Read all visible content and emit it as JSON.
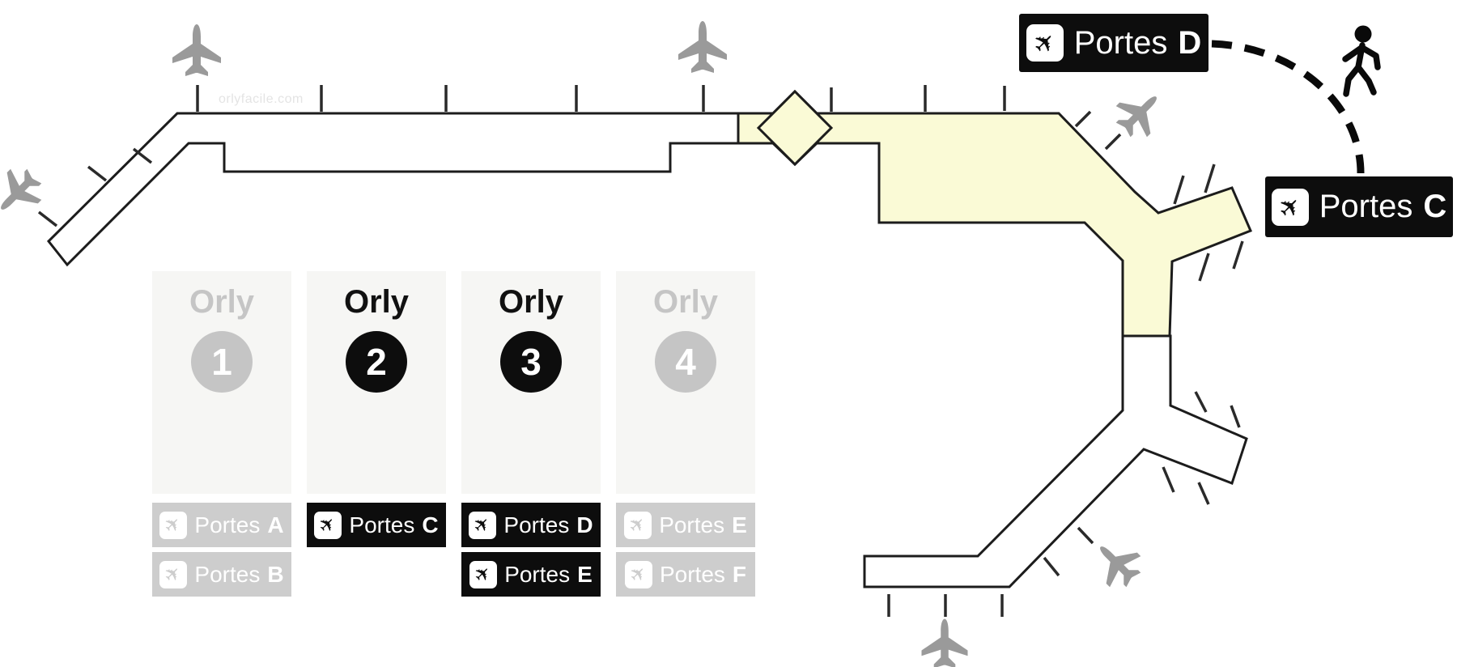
{
  "watermark": "orlyfacile.com",
  "icons": {
    "plane_glyph": "✈",
    "gate_icon_name": "departures-plane-icon",
    "pedestrian_icon_name": "pedestrian-walking-icon"
  },
  "colors": {
    "highlight_yellow": "#fafad6",
    "outline_black": "#1c1c1c",
    "plane_gray": "#9a9a9a",
    "inactive_gray": "#c5c5c5",
    "inactive_badge_gray": "#cdcdcd",
    "active_black": "#0d0d0d",
    "card_background": "#f6f6f4"
  },
  "terminals": [
    {
      "name": "Orly",
      "number": "1",
      "active": false,
      "gates": [
        {
          "label": "Portes",
          "letter": "A"
        },
        {
          "label": "Portes",
          "letter": "B"
        }
      ]
    },
    {
      "name": "Orly",
      "number": "2",
      "active": true,
      "gates": [
        {
          "label": "Portes",
          "letter": "C"
        }
      ]
    },
    {
      "name": "Orly",
      "number": "3",
      "active": true,
      "gates": [
        {
          "label": "Portes",
          "letter": "D"
        },
        {
          "label": "Portes",
          "letter": "E"
        }
      ]
    },
    {
      "name": "Orly",
      "number": "4",
      "active": false,
      "gates": [
        {
          "label": "Portes",
          "letter": "E"
        },
        {
          "label": "Portes",
          "letter": "F"
        }
      ]
    }
  ],
  "callouts": {
    "portes_d": {
      "label": "Portes",
      "letter": "D"
    },
    "portes_c": {
      "label": "Portes",
      "letter": "C"
    }
  }
}
